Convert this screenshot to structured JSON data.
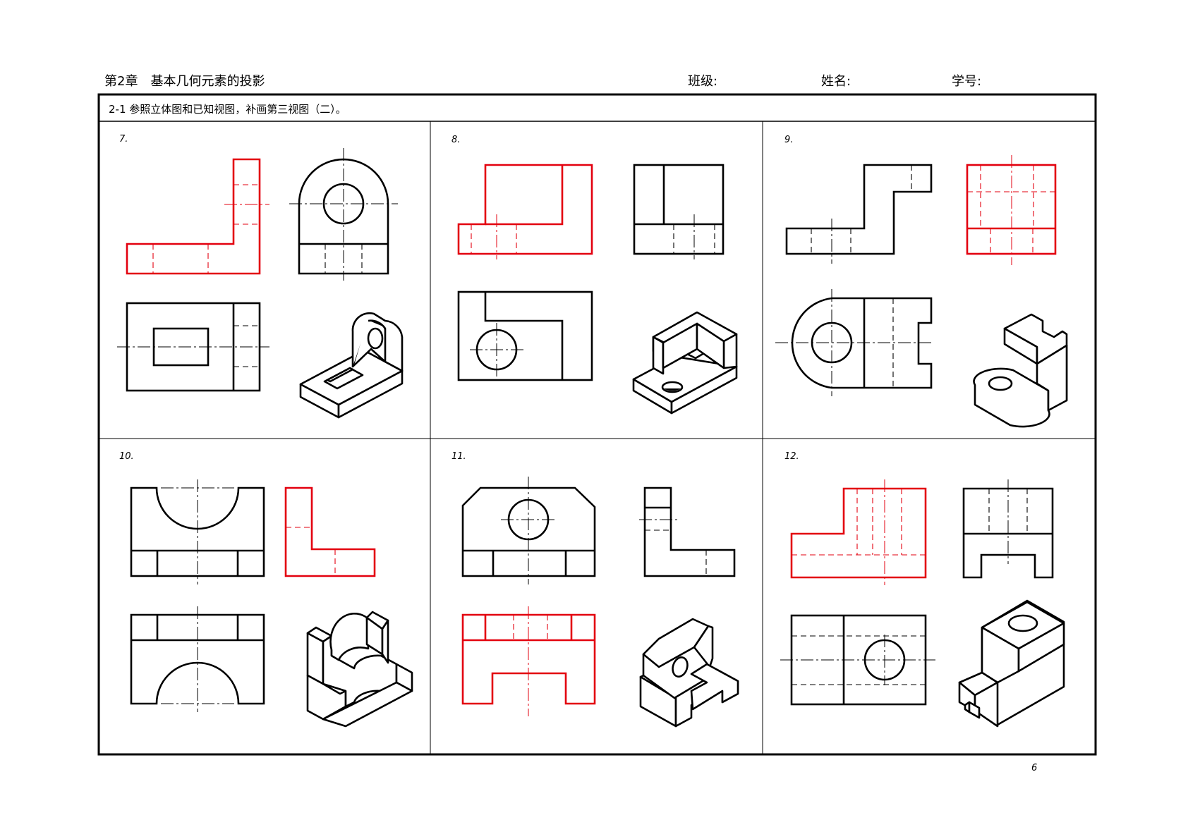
{
  "header": {
    "chapter": "第2章　基本几何元素的投影",
    "class_label": "班级:",
    "name_label": "姓名:",
    "id_label": "学号:"
  },
  "task": "2-1 参照立体图和已知视图，补画第三视图（二）。",
  "problems": [
    {
      "number": "7."
    },
    {
      "number": "8."
    },
    {
      "number": "9."
    },
    {
      "number": "10."
    },
    {
      "number": "11."
    },
    {
      "number": "12."
    }
  ],
  "page_number": "6",
  "colors": {
    "answer": "#e3000f",
    "line": "#000000",
    "frame": "#000000"
  }
}
